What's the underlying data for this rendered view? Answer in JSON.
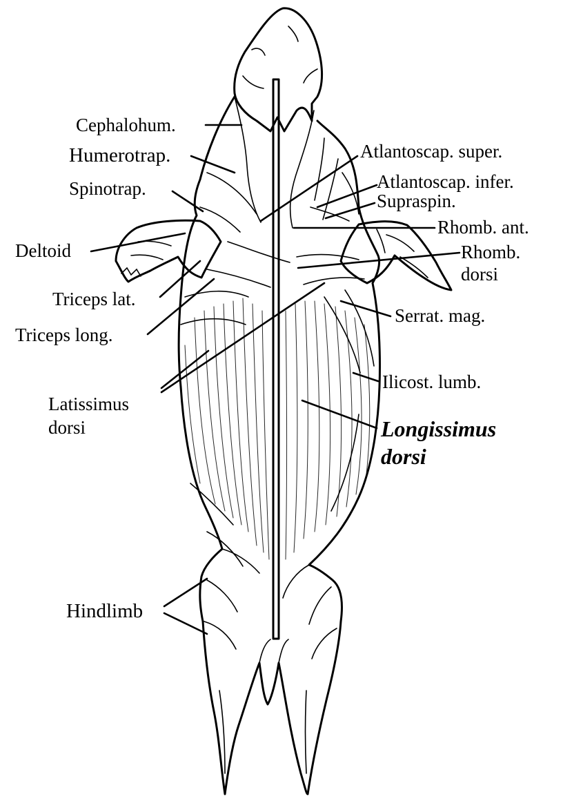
{
  "diagram": {
    "labels": {
      "cephalohum": "Cephalohum.",
      "humerotrap": "Humerotrap.",
      "spinotrap": "Spinotrap.",
      "deltoid": "Deltoid",
      "triceps_lat": "Triceps lat.",
      "triceps_long": "Triceps long.",
      "latissimus_1": "Latissimus",
      "latissimus_2": "dorsi",
      "hindlimb": "Hindlimb",
      "atlantoscap_super": "Atlantoscap. super.",
      "atlantoscap_infer": "Atlantoscap. infer.",
      "supraspin": "Supraspin.",
      "rhomb_ant": "Rhomb. ant.",
      "rhomb_dorsi_1": "Rhomb.",
      "rhomb_dorsi_2": "dorsi",
      "serrat_mag": "Serrat. mag.",
      "ilicost_lumb": "Ilicost. lumb.",
      "longissimus_1": "Longissimus",
      "longissimus_2": "dorsi"
    },
    "colors": {
      "ink": "#000000",
      "paper": "#ffffff"
    }
  }
}
